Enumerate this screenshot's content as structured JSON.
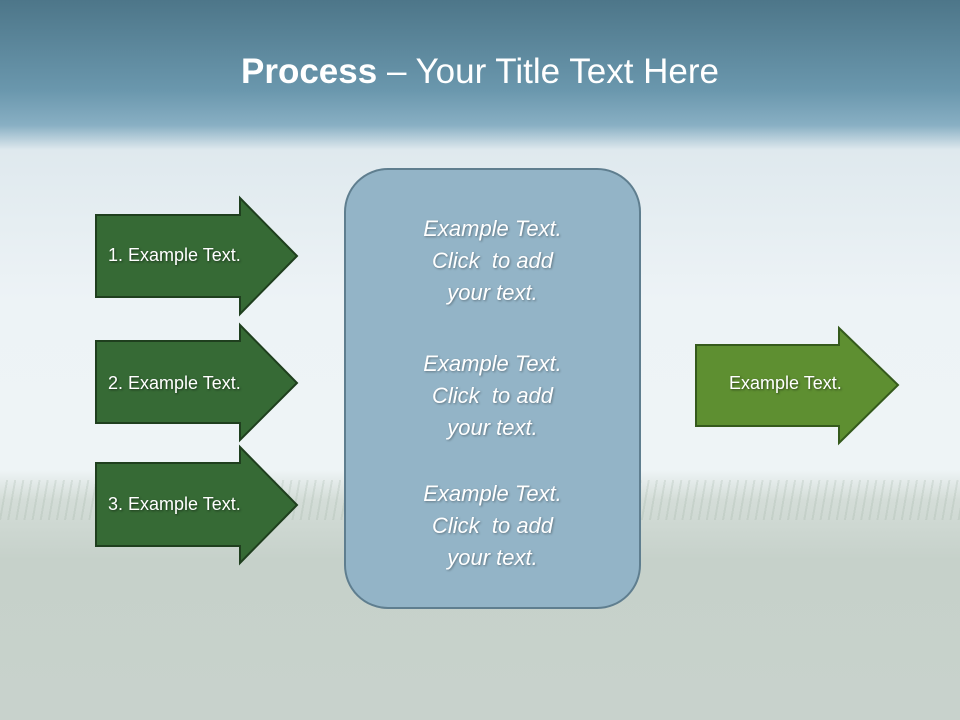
{
  "title": {
    "bold": "Process",
    "rest": " – Your Title Text Here"
  },
  "left_arrows": [
    {
      "label": "1. Example Text."
    },
    {
      "label": "2. Example Text."
    },
    {
      "label": "3. Example Text."
    }
  ],
  "center_box": {
    "paragraphs": [
      {
        "l1": "Example Text.",
        "l2": "Click  to add",
        "l3": "your text."
      },
      {
        "l1": "Example Text.",
        "l2": "Click  to add",
        "l3": "your text."
      },
      {
        "l1": "Example Text.",
        "l2": "Click  to add",
        "l3": "your text."
      }
    ]
  },
  "right_arrow": {
    "label": "Example Text."
  },
  "colors": {
    "dark_arrow": "#366a35",
    "light_arrow": "#5e8f31",
    "box": "#93b4c7"
  }
}
